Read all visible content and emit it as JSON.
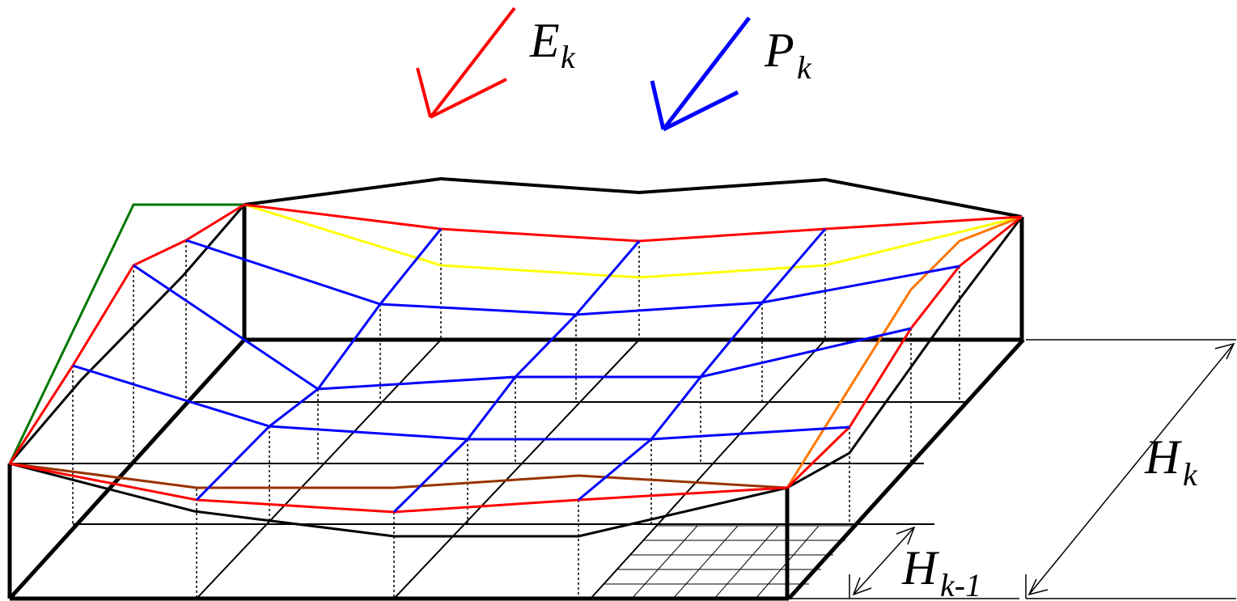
{
  "labels": {
    "E_main": "E",
    "E_sub": "k",
    "P_main": "P",
    "P_sub": "k",
    "Hk_main": "H",
    "Hk_sub": "k",
    "Hk1_main": "H",
    "Hk1_sub": "k-1"
  },
  "colors": {
    "box": "#000000",
    "E_arrow": "#ff0000",
    "P_arrow": "#0000ff",
    "surface_red": "#ff0000",
    "surface_blue": "#0000ff",
    "left_edge": "#007700",
    "back_edge": "#ffff00",
    "right_edge": "#ff7700",
    "front_edge": "#993300"
  }
}
